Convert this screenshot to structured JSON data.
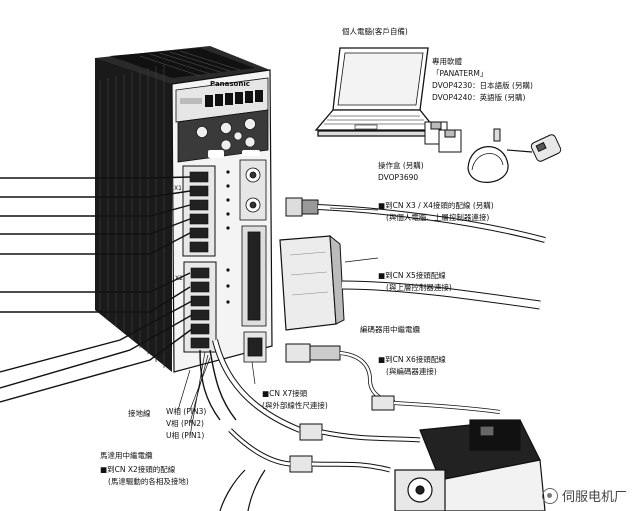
{
  "labels": {
    "pc_title": "個人電腦(客戶自備)",
    "software_title": "專用軟體",
    "software_name": "「PANATERM」",
    "software_jp": "DVOP4230：日本語版 (另購)",
    "software_en": "DVOP4240：英語版 (另購)",
    "console_title": "操作盒 (另購)",
    "console_model": "DVOP3690",
    "cn_x3x4_1": "■到CN X3 / X4接頭的配線 (另購)",
    "cn_x3x4_2": "(與個人電腦、上層控制器連接)",
    "cn_x5_1": "■到CN X5接頭配線",
    "cn_x5_2": "(與上層控制器連接)",
    "encoder_relay": "編碼器用中繼電纜",
    "cn_x6_1": "■到CN X6接頭配線",
    "cn_x6_2": "(與編碼器連接)",
    "cn_x7_1": "■CN X7接頭",
    "cn_x7_2": "(與外部線性尺連接)",
    "ground": "接地線",
    "phase_w": "W相 (PIN3)",
    "phase_v": "V相 (PIN2)",
    "phase_u": "U相 (PIN1)",
    "motor_relay": "馬達用中繼電纜",
    "cn_x2_1": "■到CN X2接頭的配線",
    "cn_x2_2": "(馬達驅動的各相及接地)",
    "brand": "Panasonic",
    "port_x1": "X1",
    "port_x2": "X2",
    "watermark": "伺服电机厂"
  },
  "colors": {
    "ink": "#111111",
    "drive_side": "#1a1a1a",
    "drive_front": "#f4f4f4",
    "keypad": "#3a3a3a"
  }
}
